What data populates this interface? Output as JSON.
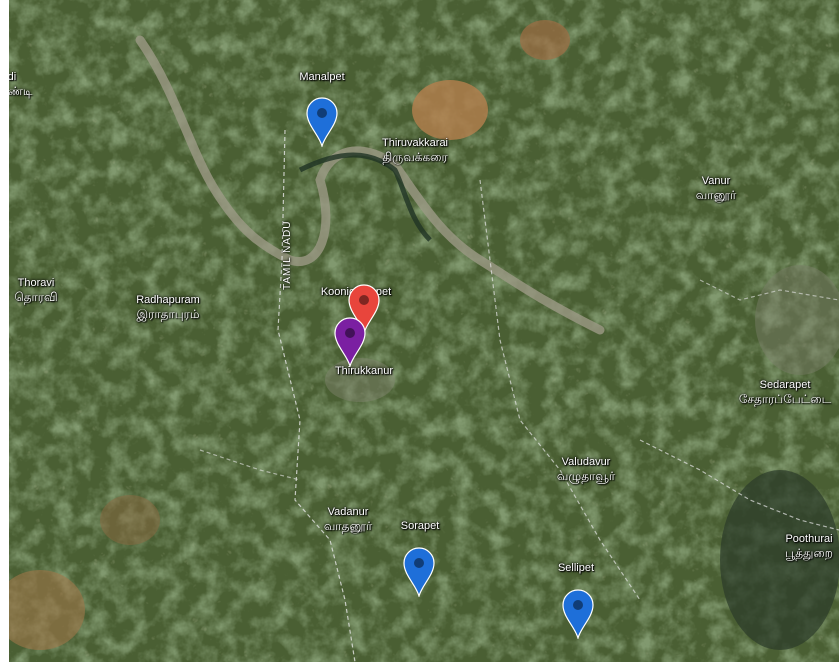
{
  "map": {
    "imagery": "satellite",
    "boundary_label": "TAMIL NADU",
    "places": [
      {
        "id": "manalpet",
        "name": "Manalpet",
        "name_ta": ""
      },
      {
        "id": "thiruvakkarai",
        "name": "Thiruvakkarai",
        "name_ta": "திருவக்கரை"
      },
      {
        "id": "vanur",
        "name": "Vanur",
        "name_ta": "வானூர்"
      },
      {
        "id": "thoravi",
        "name": "Thoravi",
        "name_ta": "தொரவி"
      },
      {
        "id": "radhapuram",
        "name": "Radhapuram",
        "name_ta": "இராதாபுரம்"
      },
      {
        "id": "koonichampet",
        "name": "Koonichampet",
        "name_ta": ""
      },
      {
        "id": "thirukkanur",
        "name": "Thirukkanur",
        "name_ta": ""
      },
      {
        "id": "sedarapet",
        "name": "Sedarapet",
        "name_ta": "சேதாரப்பேட்டை"
      },
      {
        "id": "valudavur",
        "name": "Valudavur",
        "name_ta": "வழுதாவூர்"
      },
      {
        "id": "vadanur",
        "name": "Vadanur",
        "name_ta": "வாதனூர்"
      },
      {
        "id": "sorapet",
        "name": "Sorapet",
        "name_ta": ""
      },
      {
        "id": "sellipet",
        "name": "Sellipet",
        "name_ta": ""
      },
      {
        "id": "poothurai",
        "name": "Poothurai",
        "name_ta": "பூத்துறை"
      },
      {
        "id": "edge",
        "name": "di",
        "name_ta": "ண்டி"
      }
    ],
    "markers": [
      {
        "id": "manalpet",
        "color": "#1e6fd9"
      },
      {
        "id": "koonichampet",
        "color": "#e8453c"
      },
      {
        "id": "thirukkanur",
        "color": "#7b1fa2"
      },
      {
        "id": "sorapet",
        "color": "#1e6fd9"
      },
      {
        "id": "sellipet",
        "color": "#1e6fd9"
      }
    ],
    "colors": {
      "vegetation_dark": "#2f4a26",
      "vegetation_mid": "#4b6233",
      "soil": "#a5754a",
      "river": "#9c9a86"
    }
  }
}
